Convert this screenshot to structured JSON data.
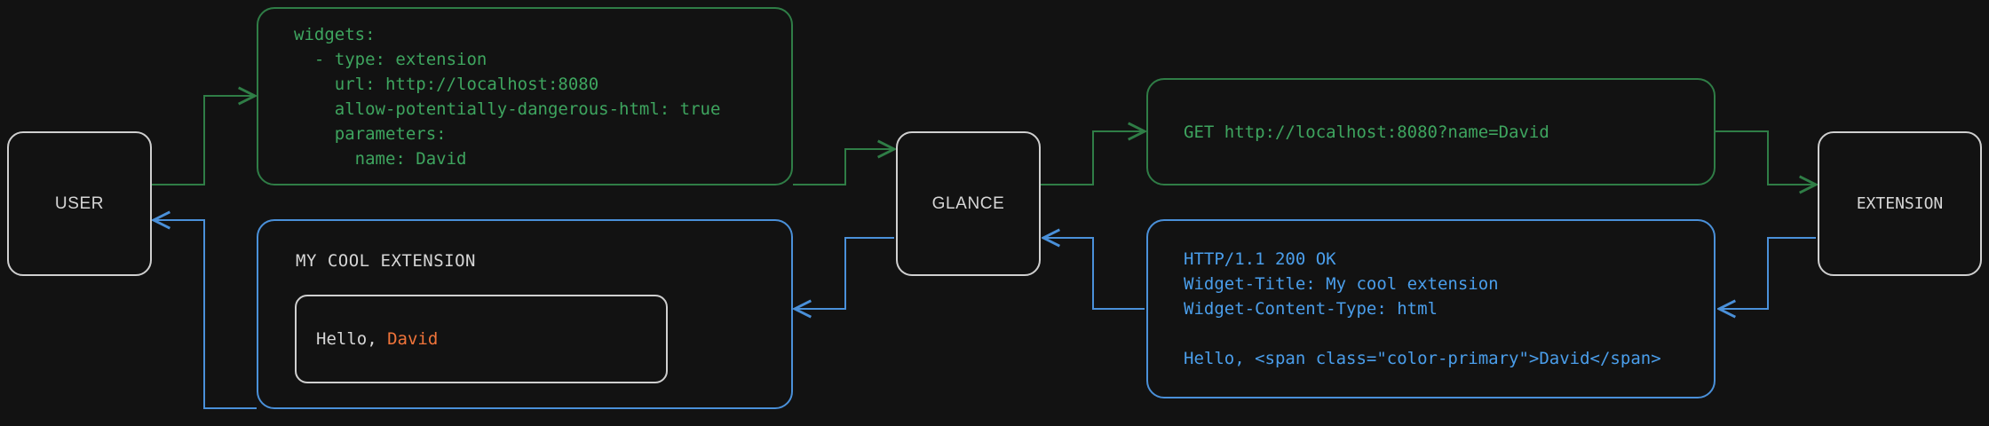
{
  "diagram": {
    "title": "glance extension widget request flow",
    "background": "#121212",
    "colors": {
      "request_green": "#2f7d46",
      "text_green": "#3ea55f",
      "response_blue": "#4a90d9",
      "text_blue": "#4a9eeb",
      "node_gray": "#cfcfcf",
      "accent_orange": "#f0743a"
    }
  },
  "nodes": {
    "user": {
      "label": "USER"
    },
    "glance": {
      "label": "GLANCE"
    },
    "extension": {
      "label": "EXTENSION"
    }
  },
  "panels": {
    "config_yaml": {
      "color": "#2f7d46",
      "lines": [
        "widgets:",
        "  - type: extension",
        "    url: http://localhost:8080",
        "    allow-potentially-dangerous-html: true",
        "    parameters:",
        "      name: David"
      ],
      "text": "widgets:\n  - type: extension\n    url: http://localhost:8080\n    allow-potentially-dangerous-html: true\n    parameters:\n      name: David"
    },
    "http_request": {
      "color": "#2f7d46",
      "lines": [
        "GET http://localhost:8080?name=David"
      ],
      "text": "GET http://localhost:8080?name=David"
    },
    "http_response": {
      "color": "#4a90d9",
      "lines": [
        "HTTP/1.1 200 OK",
        "Widget-Title: My cool extension",
        "Widget-Content-Type: html",
        "",
        "Hello, <span class=\"color-primary\">David</span>"
      ],
      "text": "HTTP/1.1 200 OK\nWidget-Title: My cool extension\nWidget-Content-Type: html\n\nHello, <span class=\"color-primary\">David</span>"
    },
    "rendered_widget": {
      "color": "#4a90d9",
      "title": "MY COOL EXTENSION",
      "body_prefix": "Hello, ",
      "body_accent": "David"
    }
  },
  "edges": [
    {
      "name": "user-to-config",
      "from": "user",
      "to": "config_yaml",
      "color": "#2f7d46",
      "direction": "forward"
    },
    {
      "name": "config-to-glance",
      "from": "config_yaml",
      "to": "glance",
      "color": "#2f7d46",
      "direction": "forward"
    },
    {
      "name": "glance-to-request",
      "from": "glance",
      "to": "http_request",
      "color": "#2f7d46",
      "direction": "forward"
    },
    {
      "name": "request-to-extension",
      "from": "http_request",
      "to": "extension",
      "color": "#2f7d46",
      "direction": "forward"
    },
    {
      "name": "extension-to-response",
      "from": "extension",
      "to": "http_response",
      "color": "#4a90d9",
      "direction": "forward"
    },
    {
      "name": "response-to-glance",
      "from": "http_response",
      "to": "glance",
      "color": "#4a90d9",
      "direction": "forward"
    },
    {
      "name": "glance-to-widget",
      "from": "glance",
      "to": "rendered_widget",
      "color": "#4a90d9",
      "direction": "forward"
    },
    {
      "name": "widget-to-user",
      "from": "rendered_widget",
      "to": "user",
      "color": "#4a90d9",
      "direction": "forward"
    }
  ]
}
